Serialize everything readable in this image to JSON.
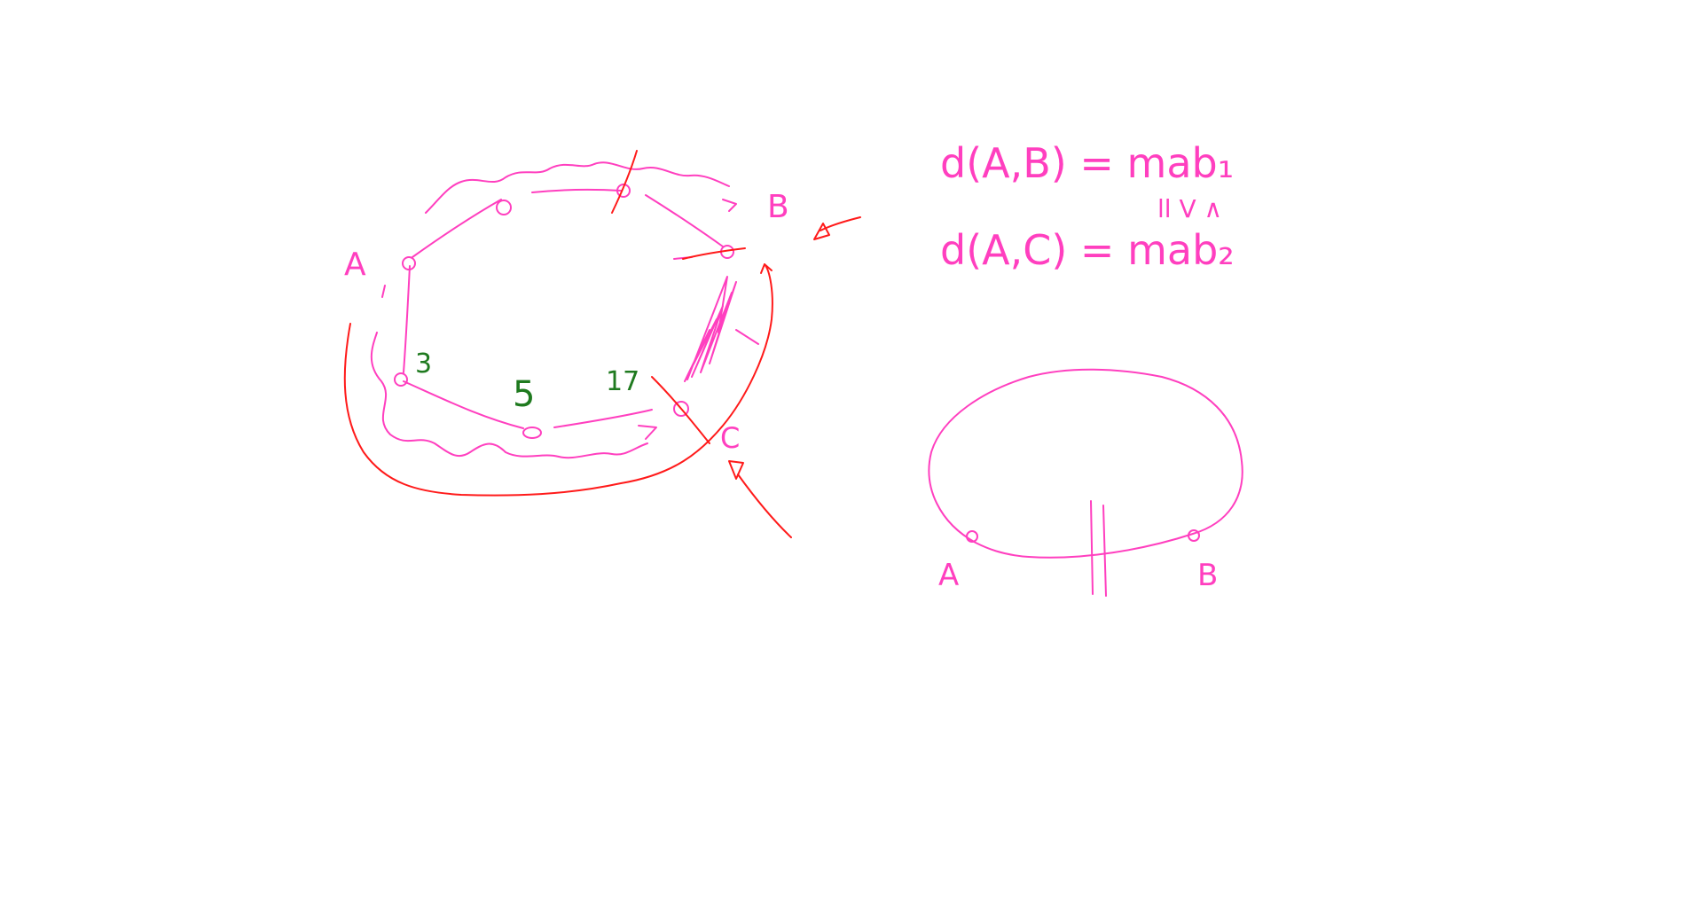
{
  "colors": {
    "pink": "#ff3fbf",
    "red": "#ff1a1a",
    "green": "#1f7a1f",
    "background": "#ffffff"
  },
  "left_graph": {
    "node_labels": {
      "a": "A",
      "b": "B",
      "c": "C"
    },
    "edge_weights": {
      "left": "3",
      "bottom": "5",
      "right": "17"
    }
  },
  "formulas": {
    "line1": "d(A,B) = mab₁",
    "relation": "ll V ∧",
    "line2": "d(A,C) = mab₂"
  },
  "right_sketch": {
    "label_a": "A",
    "label_b": "B"
  }
}
